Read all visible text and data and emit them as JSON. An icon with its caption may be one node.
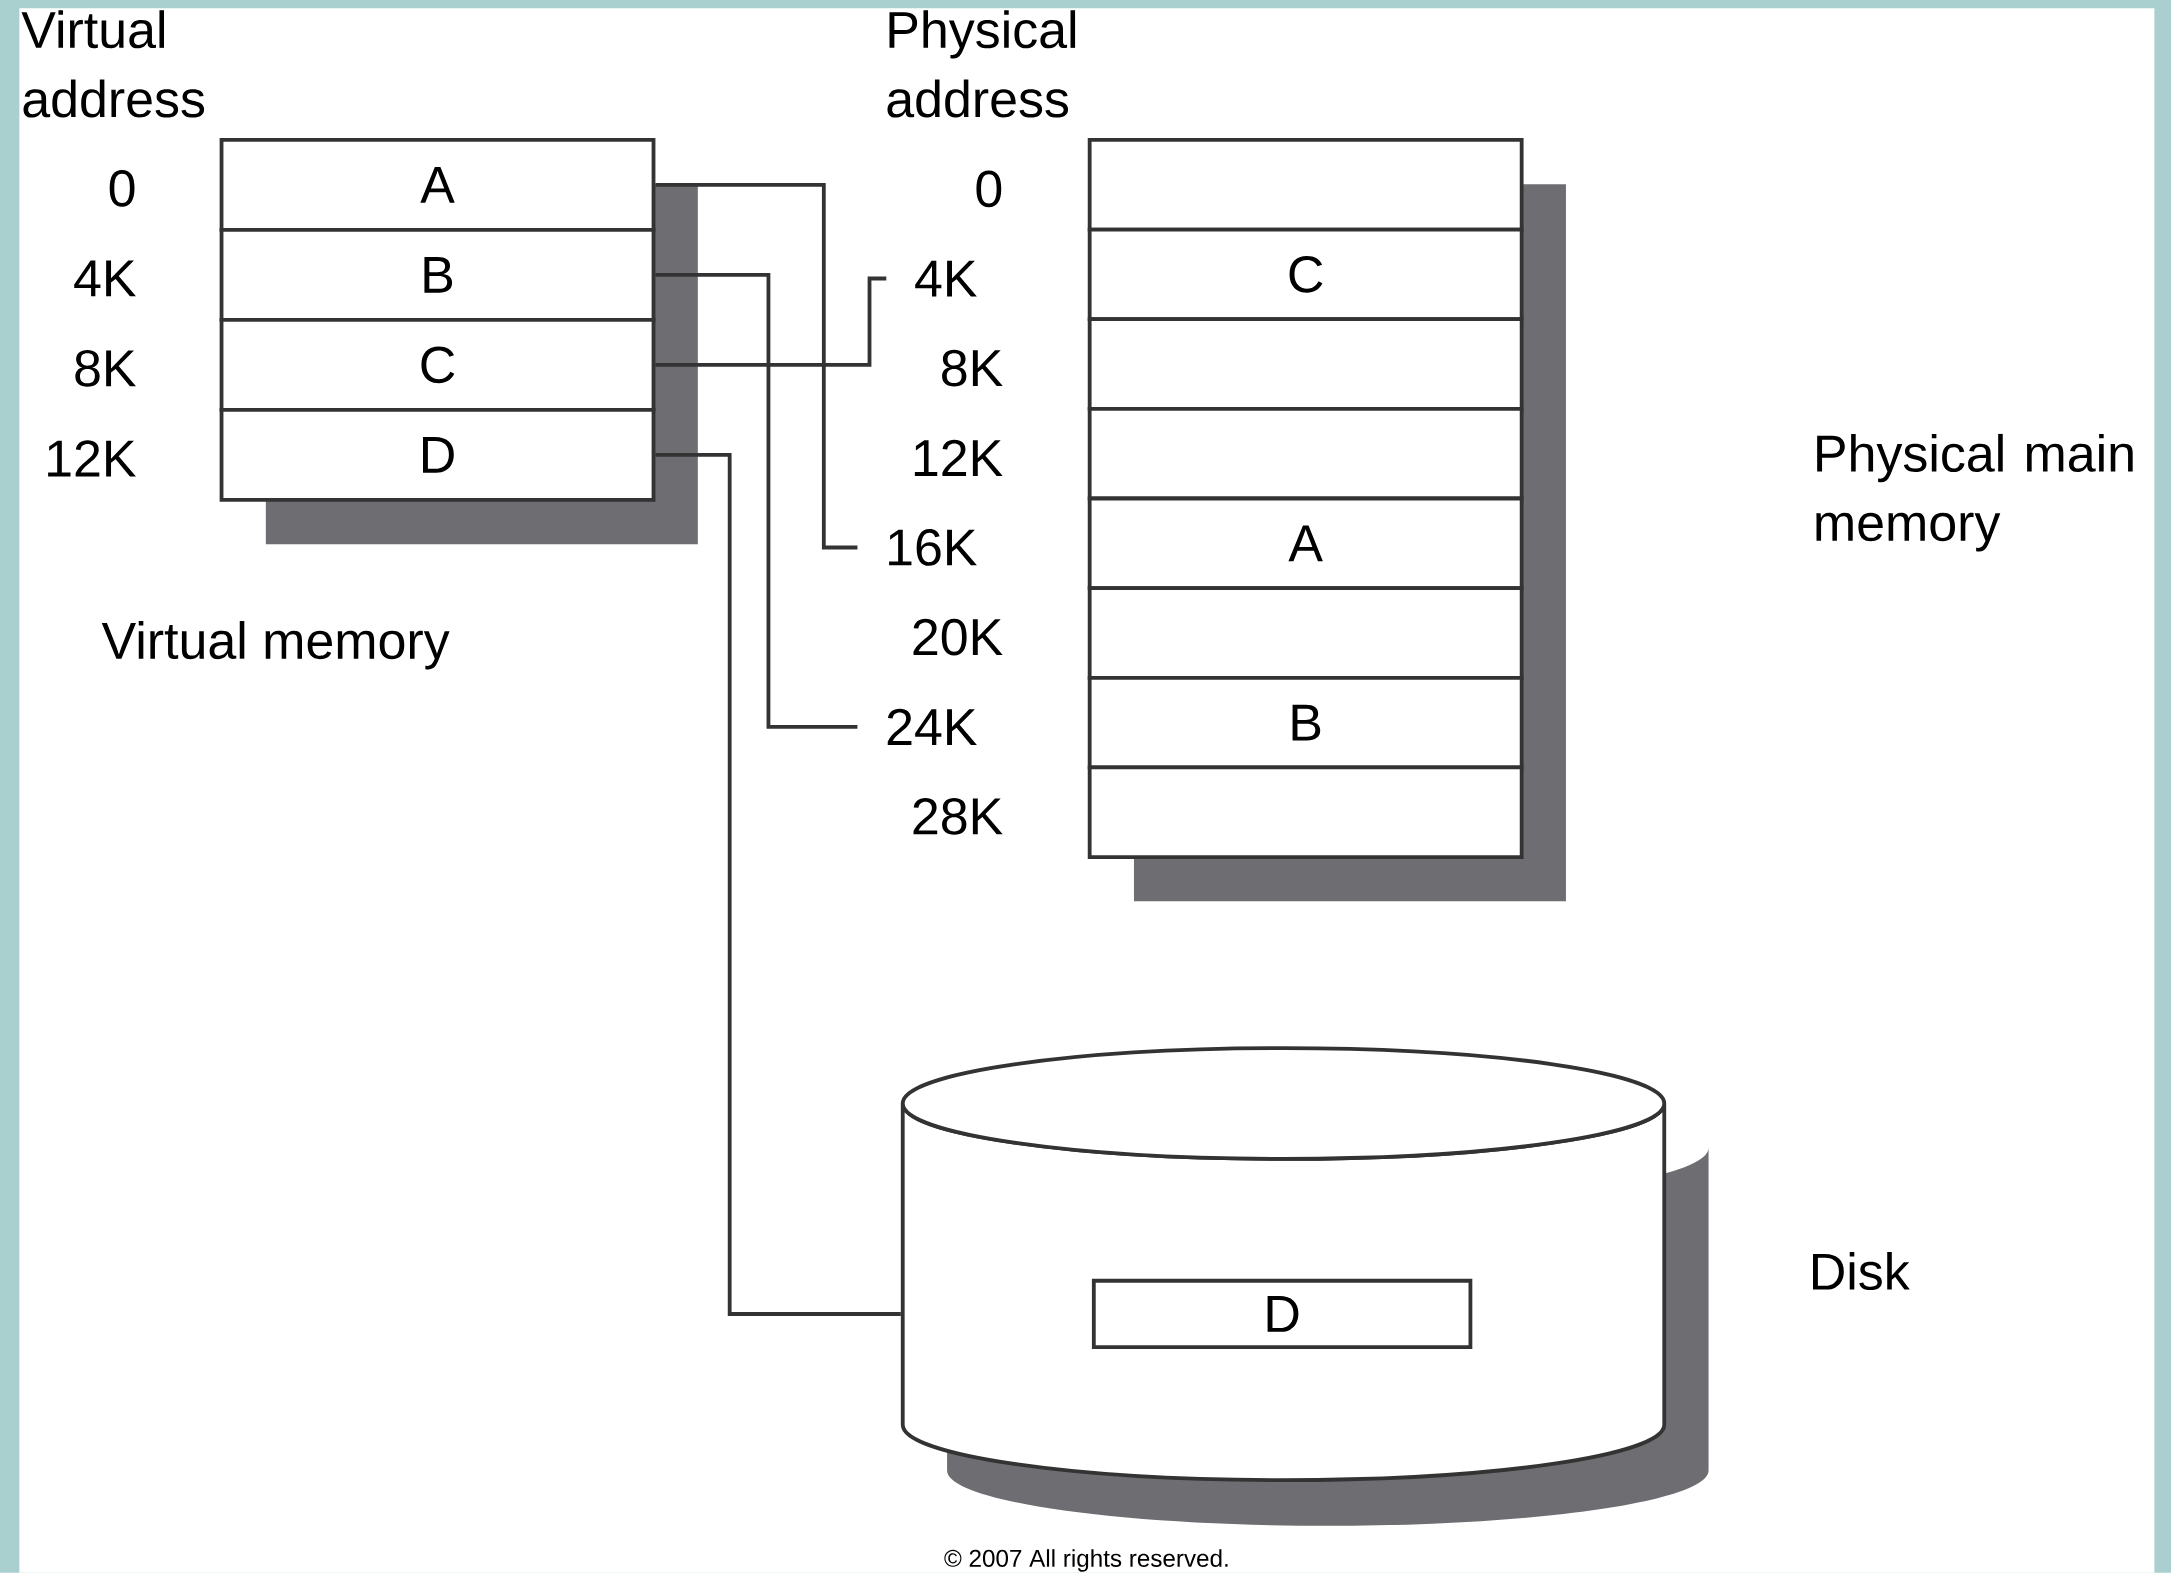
{
  "diagram": {
    "nodes": [
      {
        "text": [
          "A"
        ]
      },
      {
        "text": [
          "B"
        ]
      },
      {
        "text": [
          "C"
        ]
      },
      {
        "text": [
          "D"
        ]
      },
      {
        "text": [],
        "shape": "box"
      },
      {
        "text": [
          "C"
        ]
      },
      {
        "text": [],
        "shape": "box"
      },
      {
        "text": [],
        "shape": "box"
      },
      {
        "text": [
          "A"
        ]
      },
      {
        "text": [],
        "shape": "box"
      },
      {
        "text": [
          "B"
        ]
      },
      {
        "text": [],
        "shape": "box"
      },
      {
        "text": [],
        "shape": "cylinder",
        "beside": [
          "Disk"
        ]
      },
      {
        "text": [
          "D"
        ],
        "in": 12
      },
      {
        "text": [
          "4K"
        ]
      },
      {
        "text": [
          "16K"
        ]
      },
      {
        "text": [
          "24K"
        ]
      }
    ],
    "edges": [
      {
        "from": 0,
        "to": 15,
        "arrow": "none"
      },
      {
        "from": 1,
        "to": 16,
        "arrow": "none"
      },
      {
        "from": 2,
        "to": 14,
        "arrow": "none"
      },
      {
        "from": 3,
        "to": 12,
        "arrow": "none"
      }
    ],
    "labels": [
      "Virtual address",
      "Physical address",
      "0",
      "4K",
      "8K",
      "12K",
      "0",
      "8K",
      "12K",
      "20K",
      "28K",
      "Physical main memory",
      "Virtual memory",
      "© 2007 All rights reserved."
    ]
  }
}
